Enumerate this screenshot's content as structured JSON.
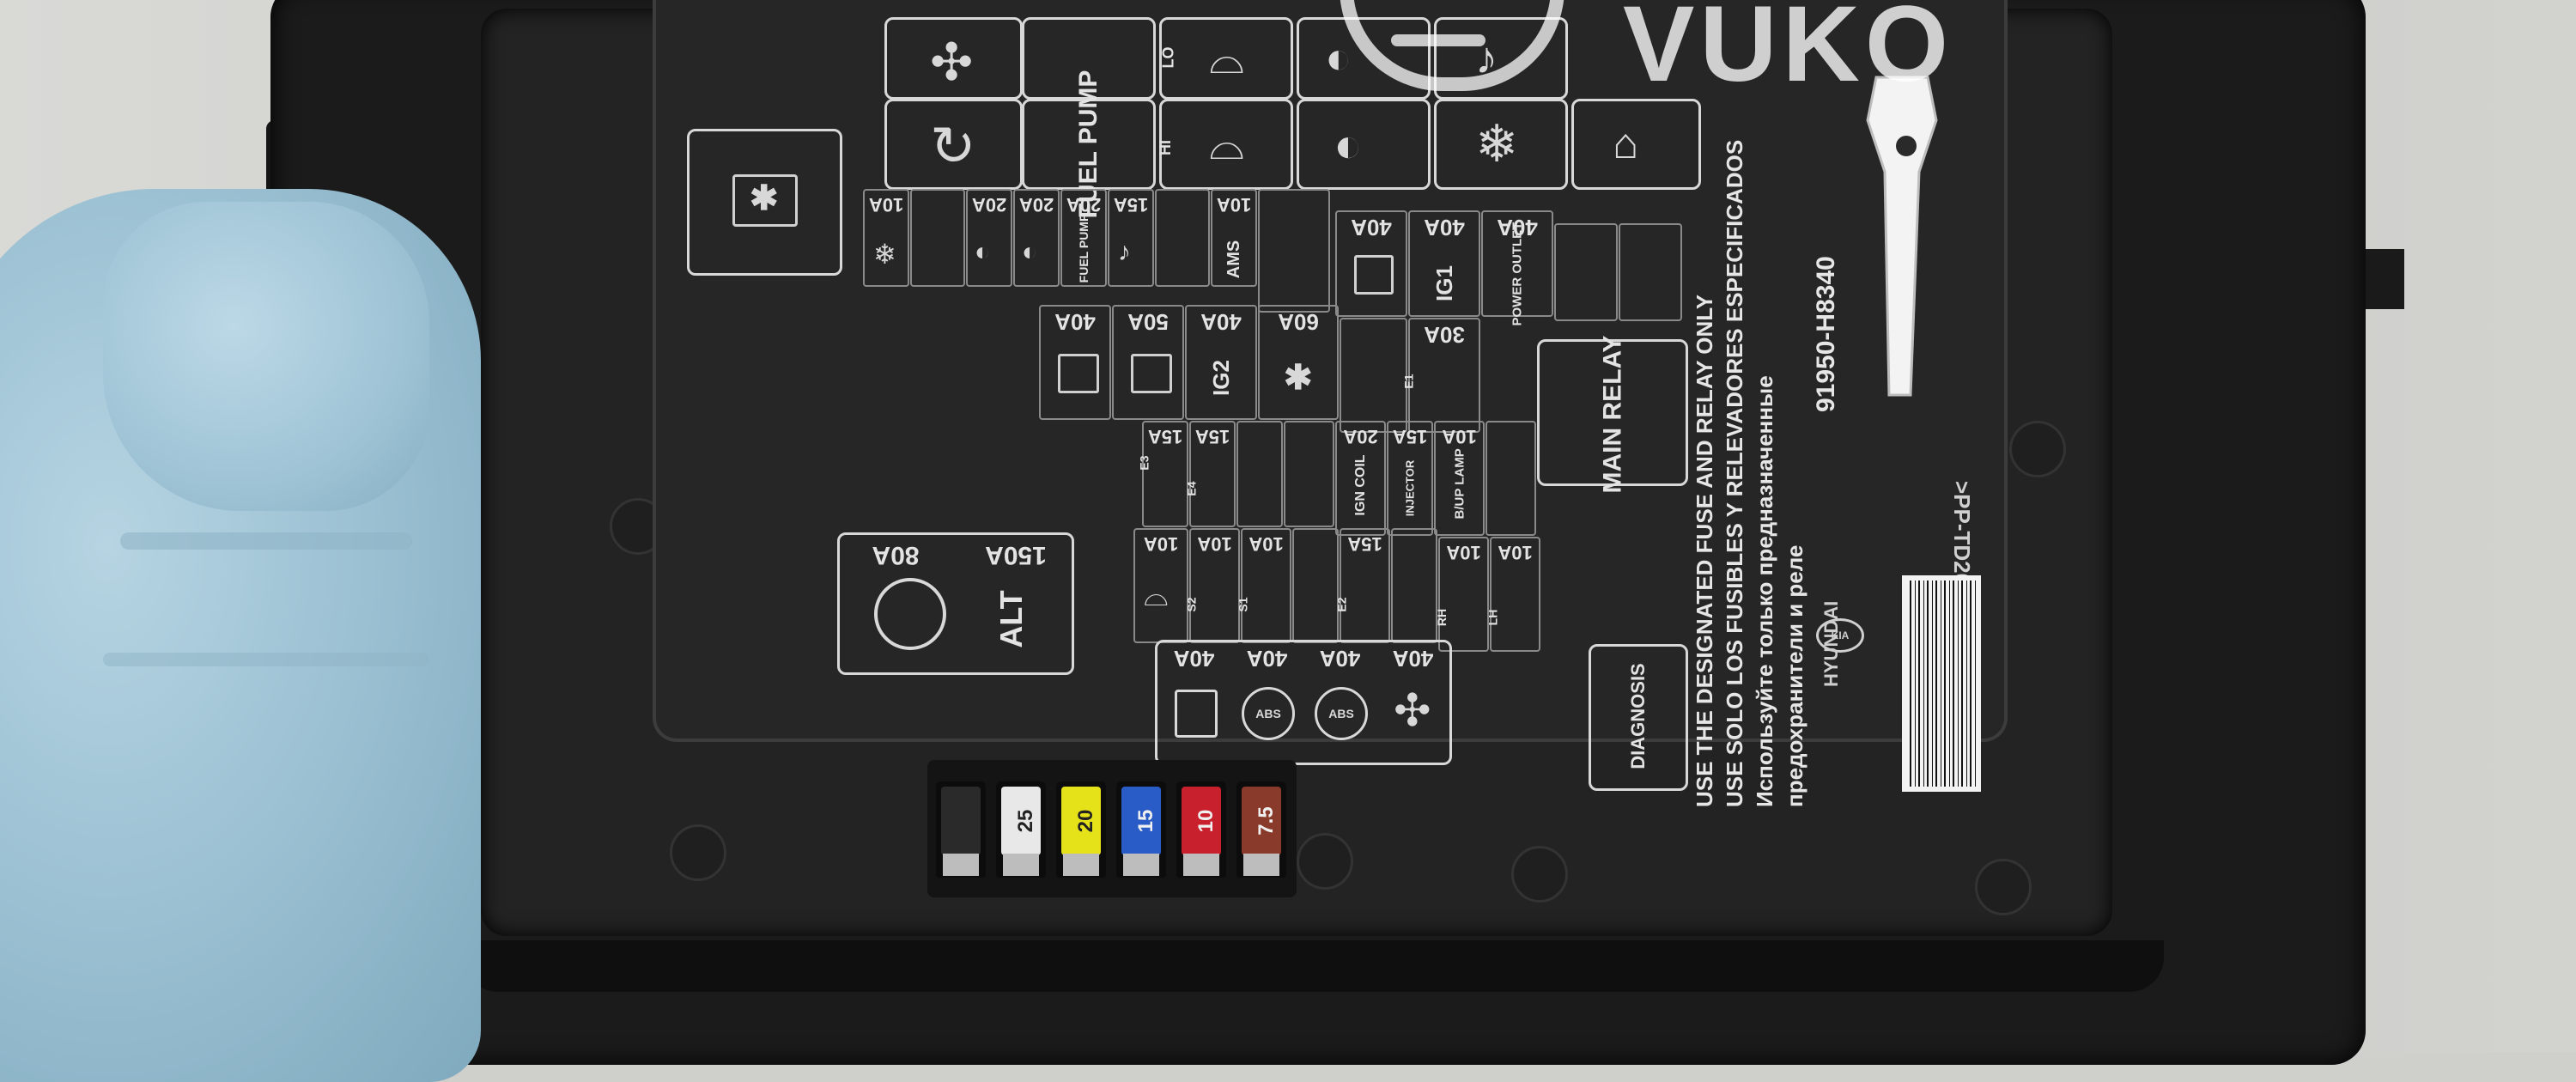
{
  "watermark": {
    "text": "VUKO"
  },
  "fuse_labels": {
    "top_row": [
      "10A",
      "20A",
      "20A",
      "20A",
      "15A",
      "10A",
      "40A",
      "40A",
      "40A"
    ],
    "second_row": [
      "40A",
      "50A",
      "40A",
      "60A",
      "30A"
    ],
    "third_row": [
      "15A",
      "15A",
      "20A",
      "15A",
      "10A"
    ],
    "fourth_row": [
      "10A",
      "10A",
      "10A",
      "15A",
      "10A",
      "10A"
    ],
    "bottom_row": [
      "40A",
      "40A",
      "40A",
      "40A"
    ],
    "alt": [
      "80A",
      "150A"
    ]
  },
  "component_labels": {
    "fuel_pump_main": "FUEL PUMP",
    "fuel_pump_small": "FUEL PUMP",
    "ams": "AMS",
    "ig1": "IG1",
    "power_outlet": "POWER OUTLET",
    "ig2": "IG2",
    "main_relay": "MAIN RELAY",
    "ign_coil": "IGN COIL",
    "injector": "INJECTOR",
    "b_up_lamp": "B/UP LAMP",
    "alt": "ALT",
    "diagnosis": "DIAGNOSIS",
    "lo": "LO",
    "hi": "HI",
    "abs": "ABS",
    "e1": "E1",
    "e2": "E2",
    "e3": "E3",
    "e4": "E4",
    "s1": "S1",
    "s2": "S2",
    "rh": "RH",
    "lh": "LH"
  },
  "warning_text": [
    "USE THE DESIGNATED FUSE AND RELAY ONLY",
    "USE SOLO LOS FUSIBLES Y RELEVADORES ESPECIFICADOS",
    "Используйте только предназначенные",
    "предохранители и реле"
  ],
  "part_number": "91950-H8340",
  "material_code": ">PP-TD20<",
  "brands": [
    "HYUNDAI",
    "KIA"
  ],
  "spare_fuses": [
    {
      "rating": "",
      "color": "#2a2a2a"
    },
    {
      "rating": "25",
      "color": "#e8e8e8"
    },
    {
      "rating": "20",
      "color": "#e6e21a"
    },
    {
      "rating": "15",
      "color": "#2a5cc8"
    },
    {
      "rating": "10",
      "color": "#c8202c"
    },
    {
      "rating": "7.5",
      "color": "#8a3a2a"
    }
  ]
}
